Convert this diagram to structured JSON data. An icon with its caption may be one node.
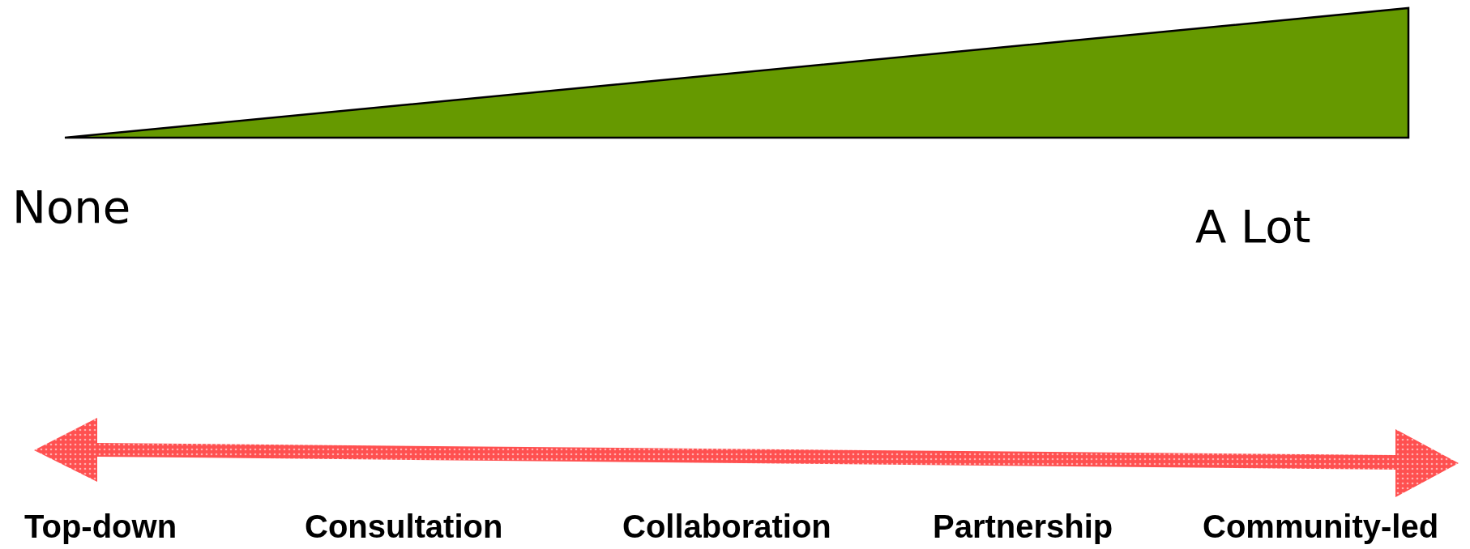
{
  "diagram": {
    "labels": [
      "None",
      "A Lot",
      "Top-down",
      "Consultation",
      "Collaboration",
      "Partnership",
      "Community-led"
    ]
  }
}
